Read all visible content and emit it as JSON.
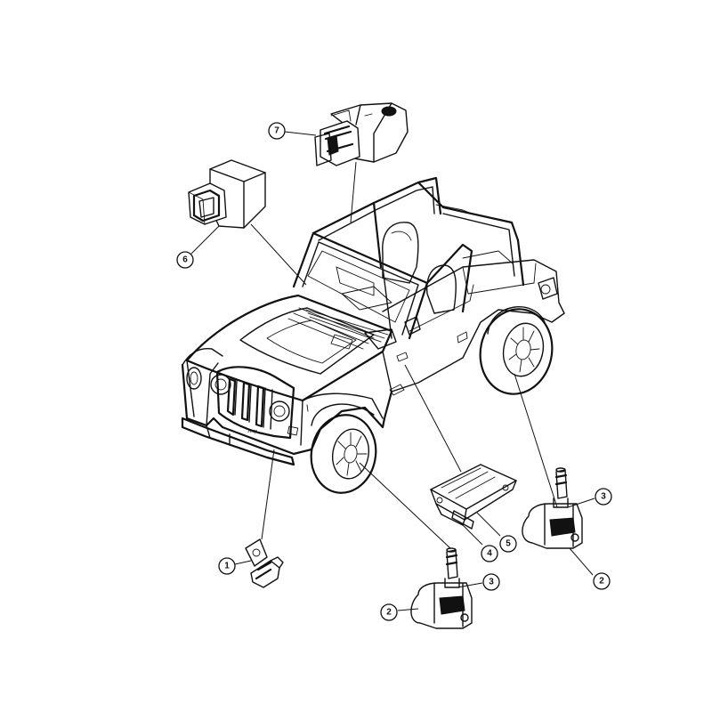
{
  "diagram": {
    "callouts": [
      {
        "id": "c1",
        "label": "1",
        "part": "sensor-bracket-1"
      },
      {
        "id": "c2a",
        "label": "2",
        "part": "tire-pressure-sensor-front"
      },
      {
        "id": "c2b",
        "label": "2",
        "part": "tire-pressure-sensor-rear"
      },
      {
        "id": "c3a",
        "label": "3",
        "part": "valve-stem-front"
      },
      {
        "id": "c3b",
        "label": "3",
        "part": "valve-stem-rear"
      },
      {
        "id": "c4",
        "label": "4",
        "part": "control-module-4"
      },
      {
        "id": "c5",
        "label": "5",
        "part": "control-module-5"
      },
      {
        "id": "c6",
        "label": "6",
        "part": "connector-module-6"
      },
      {
        "id": "c7",
        "label": "7",
        "part": "sensor-module-7"
      }
    ],
    "grille_badge": "Jeep"
  },
  "colors": {
    "ink": "#111111",
    "paper": "#ffffff"
  }
}
